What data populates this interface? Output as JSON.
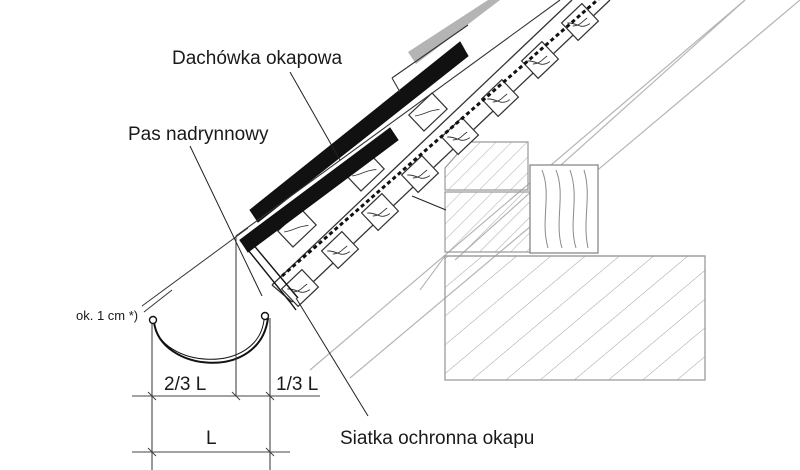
{
  "labels": {
    "eaves_tile": "Dachówka okapowa",
    "drip_strip": "Pas nadrynnowy",
    "gap_note": "ok. 1 cm *)",
    "two_thirds": "2/3 L",
    "one_third": "1/3 L",
    "total": "L",
    "mesh": "Siatka ochronna okapu"
  },
  "colors": {
    "line": "#1a1a1a",
    "hatch": "#9a9a9a",
    "tile": "#111111",
    "grey_tile": "#b4b4b4",
    "wood": "#8a8a8a"
  }
}
